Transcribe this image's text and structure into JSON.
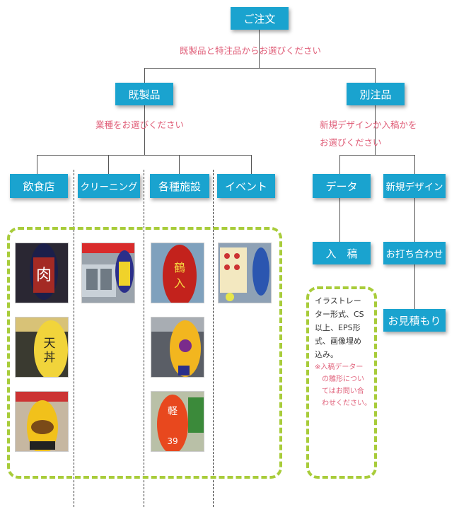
{
  "root": {
    "label": "ご注文",
    "note": "既製品と特注品からお選びください"
  },
  "ready": {
    "label": "既製品",
    "note": "業種をお選びください"
  },
  "custom": {
    "label": "別注品",
    "note_line1": "新規デザインか入稿かを",
    "note_line2": "お選びください"
  },
  "categories": [
    "飲食店",
    "クリーニング",
    "各種施設",
    "イベント"
  ],
  "data_branch": {
    "label": "データ",
    "next": "入　稿"
  },
  "design_branch": {
    "label": "新規デザイン",
    "next": "お打ち合わせ",
    "final": "お見積もり"
  },
  "upload_note": {
    "lines": [
      "イラストレー",
      "ター形式、CS",
      "以上、EPS形",
      "式、画像埋め",
      "込み。"
    ],
    "warning": [
      "※入稿データー",
      "　の雛形につい",
      "　てはお問い合",
      "　わせください。"
    ]
  },
  "photos": {
    "restaurant": [
      "yakiniku-balloon",
      "tendon-balloon",
      "curry-balloon"
    ],
    "cleaning": [
      "cleaning-balloon"
    ],
    "facility": [
      "tsuru-balloon",
      "karaoke-balloon",
      "shoes-balloon"
    ],
    "event": [
      "event-balloon"
    ]
  },
  "colors": {
    "box": "#1aa3cf",
    "note": "#e0607a",
    "frame": "#a8cc3a"
  }
}
